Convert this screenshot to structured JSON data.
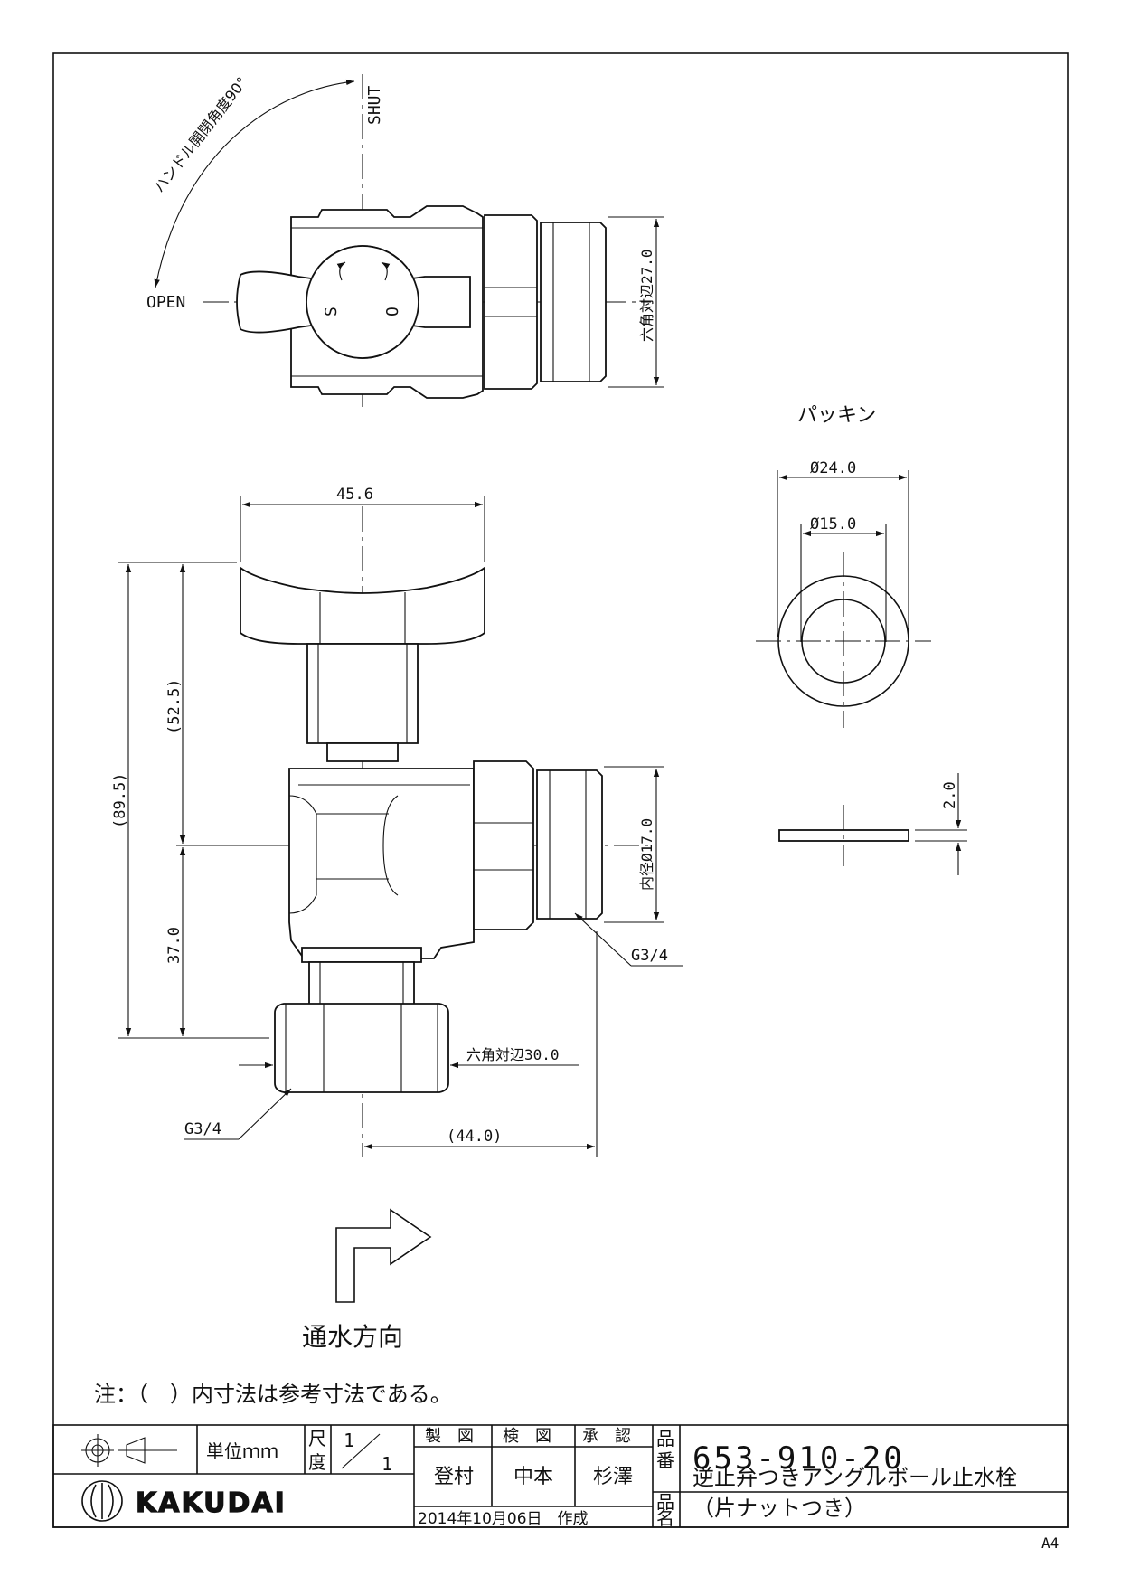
{
  "labels": {
    "shut": "SHUT",
    "open": "OPEN",
    "handle_angle": "ハンドル開閉角度90°",
    "handle_s": "S",
    "handle_o": "O",
    "hex_top": "六角対辺27.0",
    "packing": "パッキン",
    "d_outer": "Ø24.0",
    "d_inner": "Ø15.0",
    "thickness": "2.0",
    "width_handle": "45.6",
    "h_total": "(89.5)",
    "h_upper": "(52.5)",
    "h_lower": "37.0",
    "inner_dia": "内径Ø17.0",
    "thread_out": "G3/4",
    "hex_bottom": "六角対辺30.0",
    "thread_in": "G3/4",
    "offset": "(44.0)",
    "flow": "通水方向",
    "note": "注：（　）内寸法は参考寸法である。",
    "sheet_size": "A4"
  },
  "title_block": {
    "unit": "単位ｍｍ",
    "scale_label_1": "尺",
    "scale_label_2": "度",
    "scale_num": "1",
    "scale_den": "1",
    "drawn_label": "製　図",
    "checked_label": "検　図",
    "approved_label": "承　認",
    "drawn_by": "登村",
    "checked_by": "中本",
    "approved_by": "杉澤",
    "part_no_label_1": "品",
    "part_no_label_2": "番",
    "part_no": "653-910-20",
    "name_label_1": "品",
    "name_label_2": "名",
    "name_line1": "逆止弁つきアングルボール止水栓",
    "name_line2": "（片ナットつき）",
    "date": "2014年10月06日　作成",
    "brand": "KAKUDAI"
  },
  "icons": [
    "projection-symbol-icon",
    "kakudai-logo-icon"
  ]
}
